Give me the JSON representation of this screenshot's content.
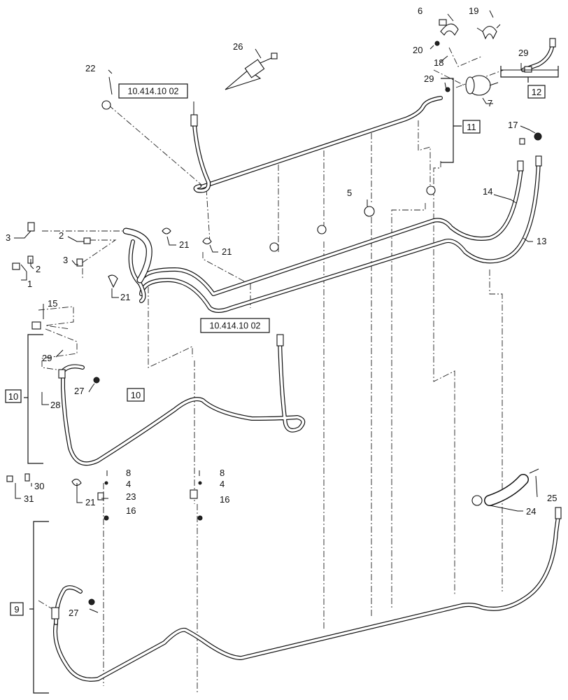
{
  "diagram": {
    "references": [
      "10.414.10 02",
      "10.414.10 02"
    ],
    "group_boxes": [
      "9",
      "10",
      "10",
      "11",
      "12"
    ],
    "callouts": {
      "c1": "1",
      "c2a": "2",
      "c2b": "2",
      "c3a": "3",
      "c3b": "3",
      "c4a": "4",
      "c4b": "4",
      "c5": "5",
      "c6": "6",
      "c7": "7",
      "c8a": "8",
      "c8b": "8",
      "c13": "13",
      "c14": "14",
      "c15": "15",
      "c16a": "16",
      "c16b": "16",
      "c17": "17",
      "c18": "18",
      "c19": "19",
      "c20": "20",
      "c21a": "21",
      "c21b": "21",
      "c21c": "21",
      "c21d": "21",
      "c22": "22",
      "c23": "23",
      "c24": "24",
      "c25": "25",
      "c26": "26",
      "c27a": "27",
      "c27b": "27",
      "c28": "28",
      "c29a": "29",
      "c29b": "29",
      "c29c": "29",
      "c30": "30",
      "c31": "31"
    }
  }
}
